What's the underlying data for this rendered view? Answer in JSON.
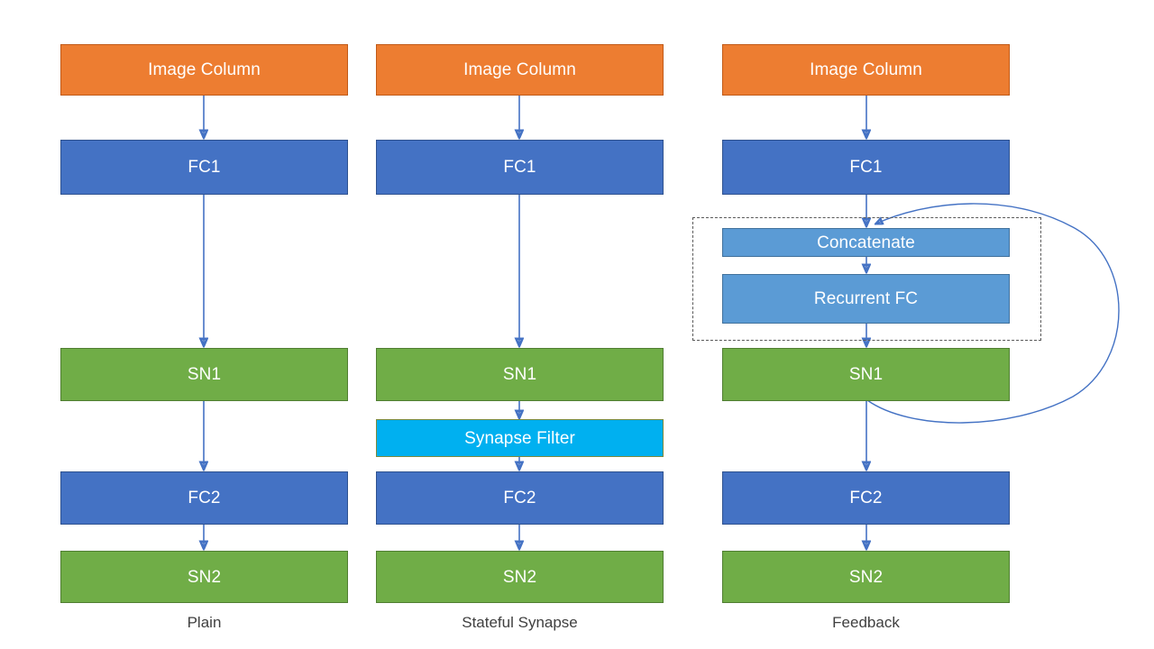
{
  "diagram": {
    "title_present": false,
    "palette": {
      "input": "#ED7D31",
      "fc": "#4472C4",
      "spiking": "#70AD47",
      "synapse_filter": "#00B0F0",
      "recurrent": "#5B9BD5",
      "edge": "#4472C4",
      "group_border": "#595959",
      "caption_text": "#404040",
      "node_text": "#FFFFFF",
      "background": "#FFFFFF"
    },
    "columns": [
      {
        "id": "plain",
        "caption": "Plain",
        "nodes": [
          {
            "id": "p-image",
            "label": "Image Column",
            "color": "orange"
          },
          {
            "id": "p-fc1",
            "label": "FC1",
            "color": "blue"
          },
          {
            "id": "p-sn1",
            "label": "SN1",
            "color": "green"
          },
          {
            "id": "p-fc2",
            "label": "FC2",
            "color": "blue"
          },
          {
            "id": "p-sn2",
            "label": "SN2",
            "color": "green"
          }
        ]
      },
      {
        "id": "stateful-synapse",
        "caption": "Stateful Synapse",
        "nodes": [
          {
            "id": "s-image",
            "label": "Image Column",
            "color": "orange"
          },
          {
            "id": "s-fc1",
            "label": "FC1",
            "color": "blue"
          },
          {
            "id": "s-sn1",
            "label": "SN1",
            "color": "green"
          },
          {
            "id": "s-filter",
            "label": "Synapse Filter",
            "color": "cyan"
          },
          {
            "id": "s-fc2",
            "label": "FC2",
            "color": "blue"
          },
          {
            "id": "s-sn2",
            "label": "SN2",
            "color": "green"
          }
        ]
      },
      {
        "id": "feedback",
        "caption": "Feedback",
        "nodes": [
          {
            "id": "f-image",
            "label": "Image Column",
            "color": "orange"
          },
          {
            "id": "f-fc1",
            "label": "FC1",
            "color": "blue"
          },
          {
            "id": "f-concat",
            "label": "Concatenate",
            "color": "lblue"
          },
          {
            "id": "f-rfc",
            "label": "Recurrent FC",
            "color": "lblue"
          },
          {
            "id": "f-sn1",
            "label": "SN1",
            "color": "green"
          },
          {
            "id": "f-fc2",
            "label": "FC2",
            "color": "blue"
          },
          {
            "id": "f-sn2",
            "label": "SN2",
            "color": "green"
          }
        ],
        "group_box": {
          "label": "recurrent-block"
        },
        "feedback_loop": {
          "label": "feedback-connection",
          "from": "f-sn1",
          "to": "f-concat"
        }
      }
    ]
  }
}
